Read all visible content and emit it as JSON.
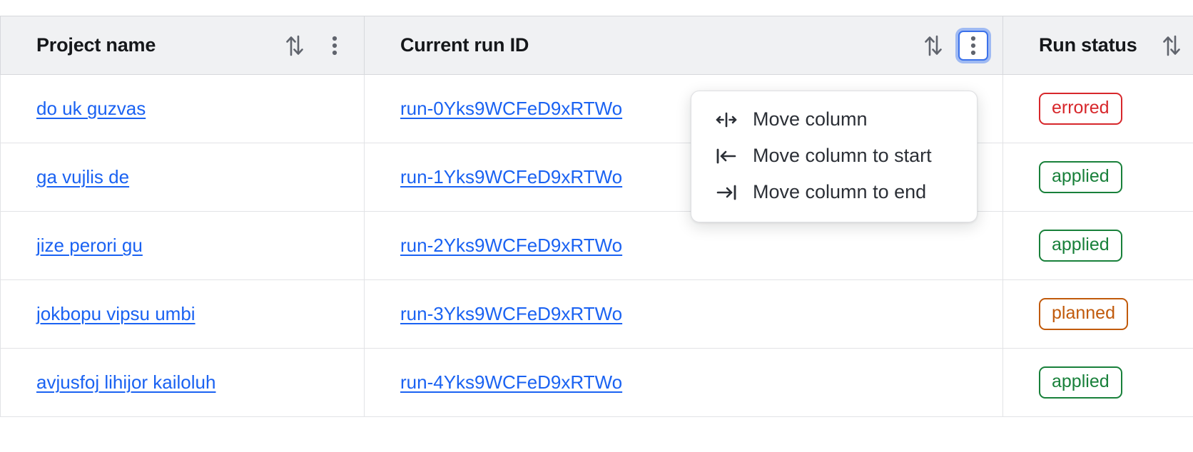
{
  "table": {
    "columns": [
      {
        "key": "project_name",
        "label": "Project name",
        "sort_icon": "sort-arrows-icon",
        "has_menu": true,
        "menu_icon": "kebab-menu-icon",
        "menu_open": false
      },
      {
        "key": "current_run_id",
        "label": "Current run ID",
        "sort_icon": "sort-arrows-icon",
        "has_menu": true,
        "menu_icon": "kebab-menu-icon",
        "menu_open": true
      },
      {
        "key": "run_status",
        "label": "Run status",
        "sort_icon": "sort-arrows-icon",
        "has_menu": false,
        "menu_icon": "",
        "menu_open": false
      }
    ],
    "rows": [
      {
        "project_name": "do uk guzvas",
        "current_run_id": "run-0Yks9WCFeD9xRTWo",
        "run_status": "errored",
        "status_kind": "errored"
      },
      {
        "project_name": "ga vujlis de",
        "current_run_id": "run-1Yks9WCFeD9xRTWo",
        "run_status": "applied",
        "status_kind": "applied"
      },
      {
        "project_name": "jize perori gu",
        "current_run_id": "run-2Yks9WCFeD9xRTWo",
        "run_status": "applied",
        "status_kind": "applied"
      },
      {
        "project_name": "jokbopu vipsu umbi",
        "current_run_id": "run-3Yks9WCFeD9xRTWo",
        "run_status": "planned",
        "status_kind": "planned"
      },
      {
        "project_name": "avjusfoj lihijor kailoluh",
        "current_run_id": "run-4Yks9WCFeD9xRTWo",
        "run_status": "applied",
        "status_kind": "applied"
      }
    ]
  },
  "column_menu": {
    "items": [
      {
        "label": "Move column",
        "icon": "move-column-icon"
      },
      {
        "label": "Move column to start",
        "icon": "move-column-to-start-icon"
      },
      {
        "label": "Move column to end",
        "icon": "move-column-to-end-icon"
      }
    ]
  },
  "colors": {
    "link": "#1a62f2",
    "errored": "#d7272b",
    "applied": "#18803a",
    "planned": "#c15a0b",
    "focus_ring": "#3b71ea",
    "header_bg": "#f0f1f3",
    "border": "#e2e3e6"
  }
}
